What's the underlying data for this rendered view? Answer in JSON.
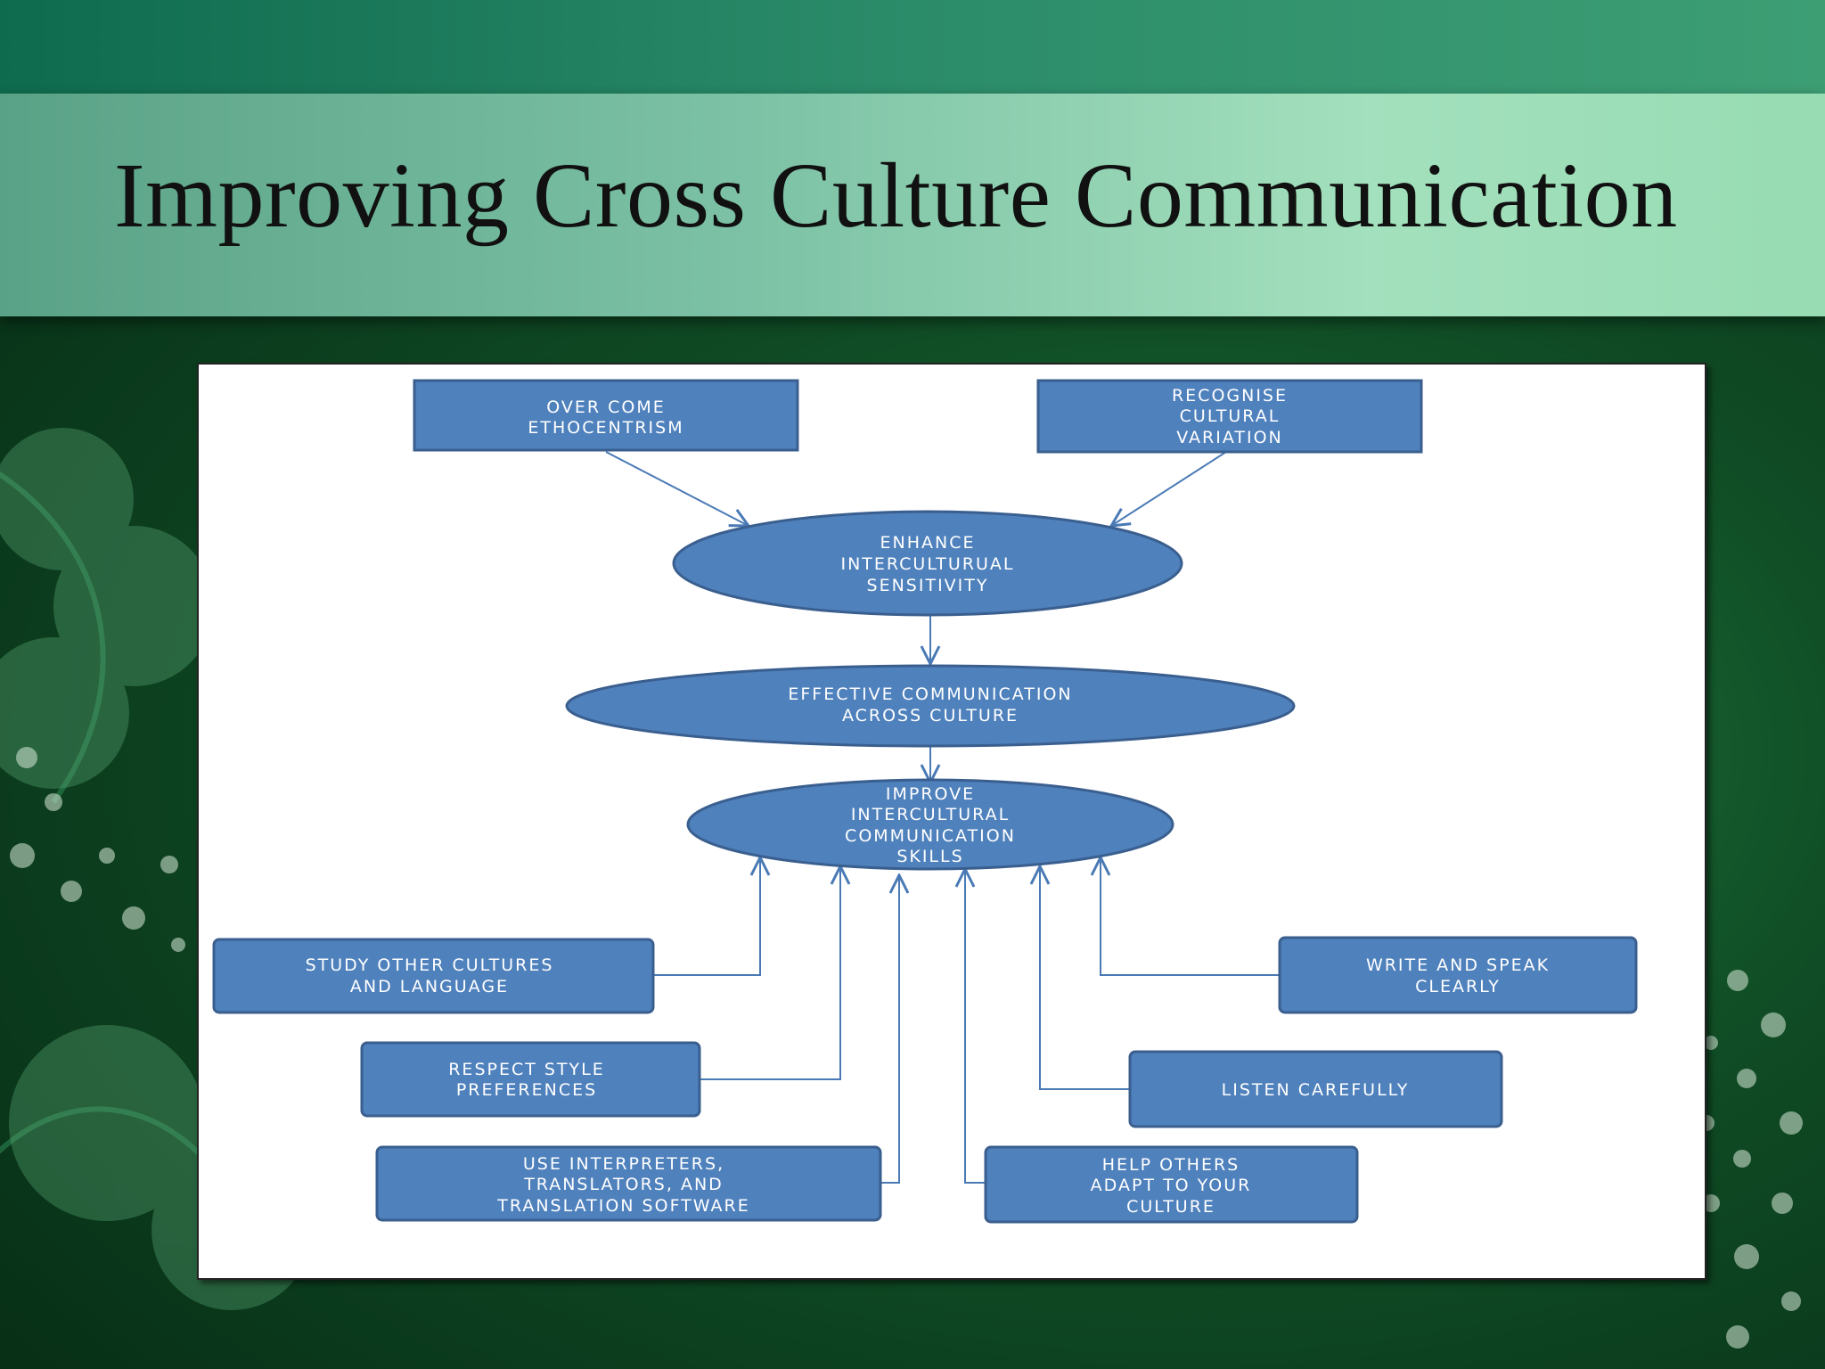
{
  "slide": {
    "title": "Improving Cross Culture Communication"
  },
  "diagram": {
    "top_left": [
      "OVER COME",
      "ETHOCENTRISM"
    ],
    "top_right": [
      "RECOGNISE",
      "CULTURAL",
      "VARIATION"
    ],
    "enhance": [
      "ENHANCE",
      "INTERCULTURUAL",
      "SENSITIVITY"
    ],
    "effective": [
      "EFFECTIVE COMMUNICATION",
      "ACROSS CULTURE"
    ],
    "improve": [
      "IMPROVE",
      "INTERCULTURAL",
      "COMMUNICATION",
      "SKILLS"
    ],
    "study": [
      "STUDY OTHER CULTURES",
      "AND LANGUAGE"
    ],
    "respect": [
      "RESPECT STYLE",
      "PREFERENCES"
    ],
    "interpreters": [
      "USE INTERPRETERS,",
      "TRANSLATORS, AND",
      "TRANSLATION SOFTWARE"
    ],
    "write": [
      "WRITE AND SPEAK",
      "CLEARLY"
    ],
    "listen": [
      "LISTEN CAREFULLY"
    ],
    "help": [
      "HELP OTHERS",
      "ADAPT TO YOUR",
      "CULTURE"
    ]
  },
  "colors": {
    "node_fill": "#4f81bd",
    "node_stroke": "#3a5f8f",
    "connector": "#4a7ab5"
  }
}
